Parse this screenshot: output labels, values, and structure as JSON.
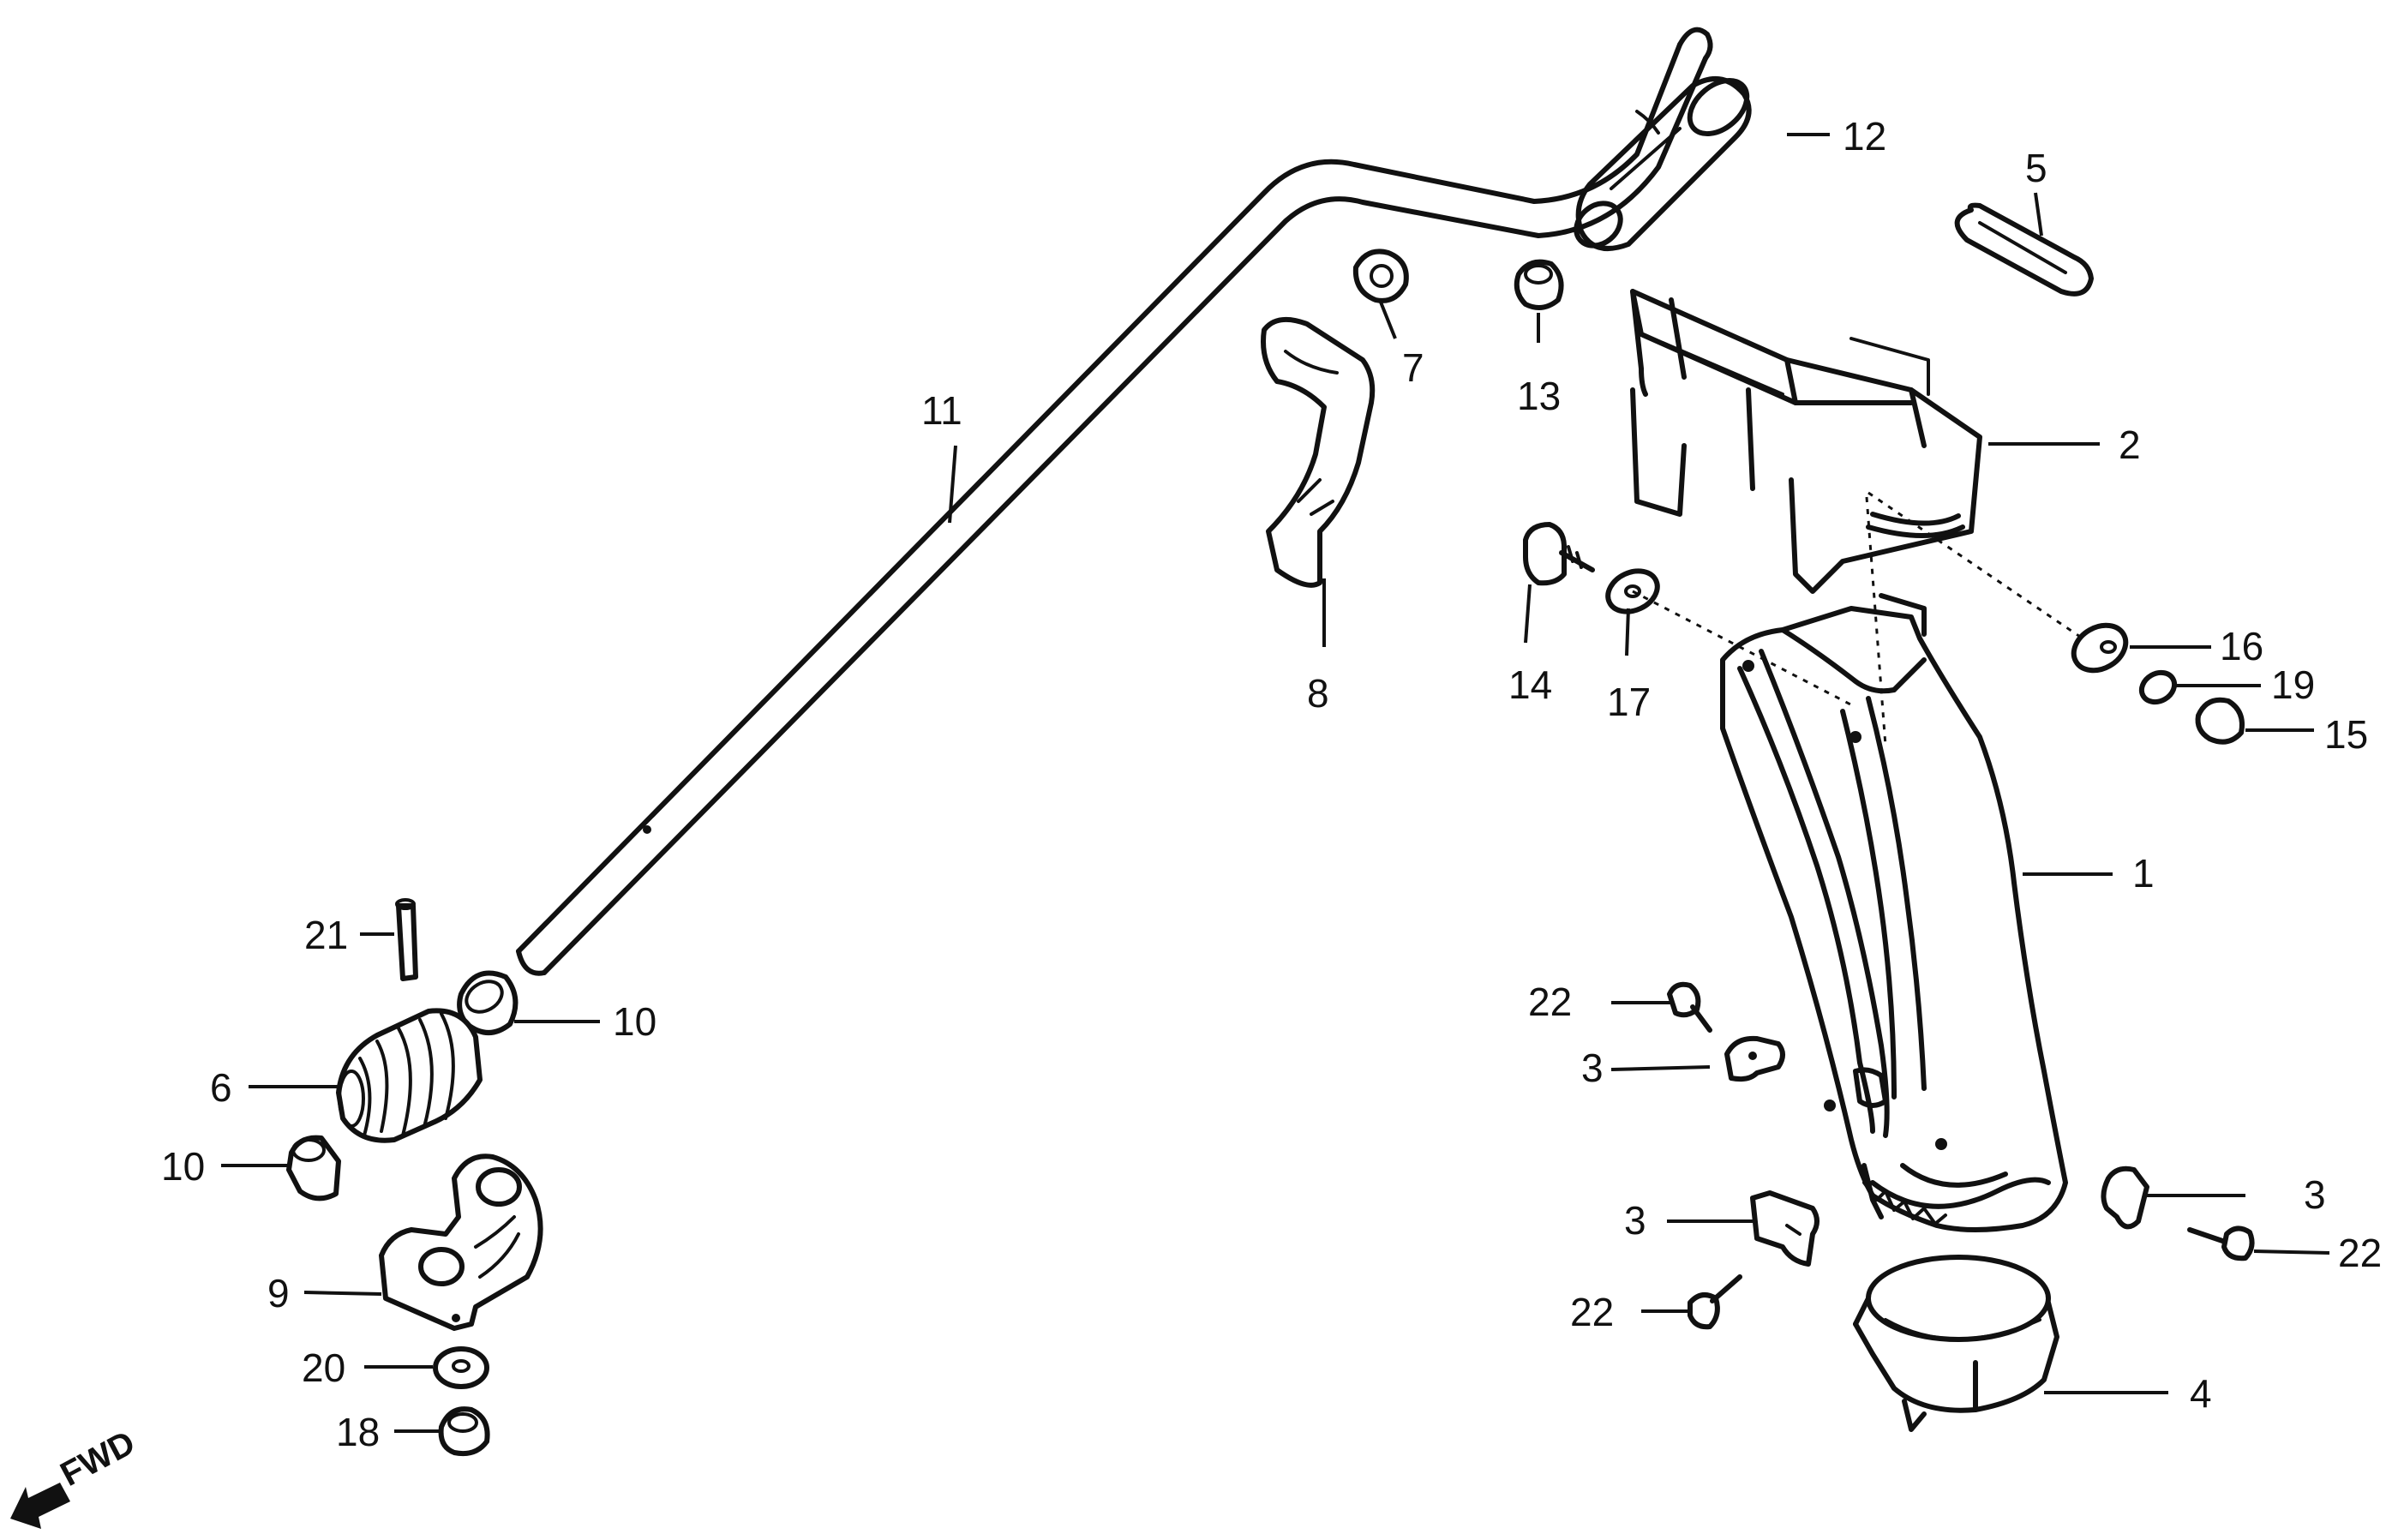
{
  "diagram": {
    "direction_label": "FWD",
    "callouts": {
      "c1": "1",
      "c2": "2",
      "c3a": "3",
      "c3b": "3",
      "c3c": "3",
      "c4": "4",
      "c5": "5",
      "c6": "6",
      "c7": "7",
      "c8": "8",
      "c9": "9",
      "c10a": "10",
      "c10b": "10",
      "c11": "11",
      "c12": "12",
      "c13": "13",
      "c14": "14",
      "c15": "15",
      "c16": "16",
      "c17": "17",
      "c18": "18",
      "c19": "19",
      "c20": "20",
      "c21": "21",
      "c22a": "22",
      "c22b": "22",
      "c22c": "22"
    }
  }
}
